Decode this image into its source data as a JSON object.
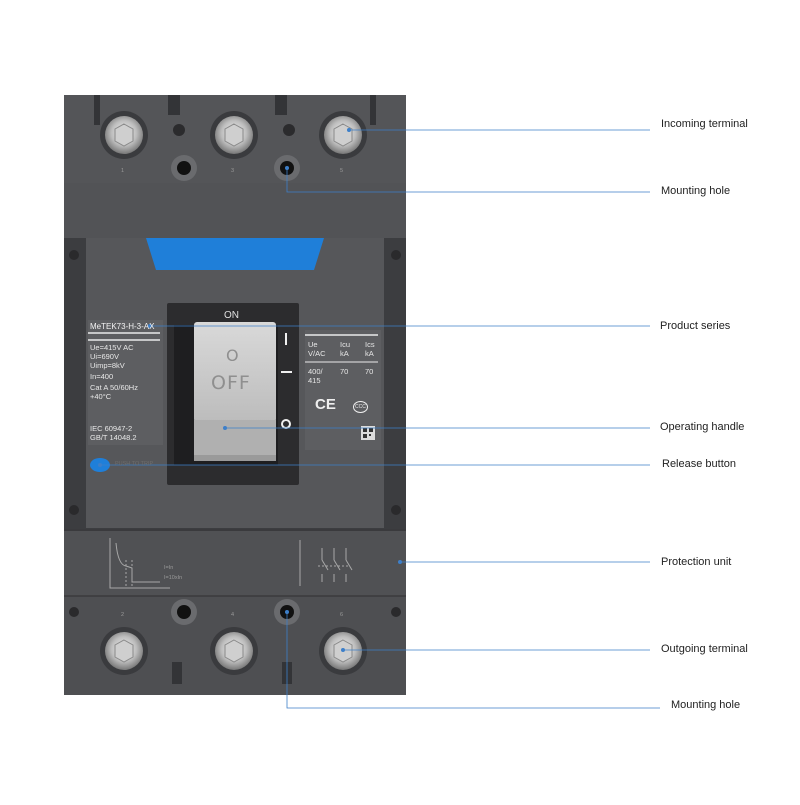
{
  "breaker": {
    "model": "MeTEK73-H-3-AX",
    "ratings_left": [
      "Ue=415V  AC",
      "Ui=690V",
      "Uimp=8kV",
      "In=400",
      "Cat    A    50/60Hz",
      "+40°C"
    ],
    "standards": [
      "IEC    60947-2",
      "GB/T  14048.2"
    ],
    "ratings_table": {
      "headers": [
        "Ue",
        "Icu",
        "Ics"
      ],
      "units": [
        "V/AC",
        "kA",
        "kA"
      ],
      "values": [
        [
          "400/",
          "70",
          "70"
        ],
        [
          "415",
          "",
          ""
        ]
      ]
    },
    "handle": {
      "on_text": "ON",
      "off_text": "OFF",
      "symbol_o": "O",
      "bar_symbol": "I",
      "dash_symbol": "—"
    },
    "ce_mark": "CE",
    "ccc_mark": "CCC",
    "release_text": "PUSH TO TRIP",
    "curve_labels": [
      "I=In",
      "I=10xIn"
    ],
    "terminal_numbers_top": [
      "1",
      "3",
      "5"
    ],
    "terminal_numbers_bottom": [
      "2",
      "4",
      "6"
    ],
    "colors": {
      "body": "#505154",
      "accent_blue": "#1f7fd9",
      "plate": "#5a5b5e"
    }
  },
  "callouts": [
    {
      "id": "incoming-terminal",
      "label": "Incoming terminal"
    },
    {
      "id": "mounting-hole-top",
      "label": "Mounting hole"
    },
    {
      "id": "product-series",
      "label": "Product series"
    },
    {
      "id": "operating-handle",
      "label": "Operating handle"
    },
    {
      "id": "release-button",
      "label": "Release button"
    },
    {
      "id": "protection-unit",
      "label": "Protection unit"
    },
    {
      "id": "outgoing-terminal",
      "label": "Outgoing terminal"
    },
    {
      "id": "mounting-hole-bottom",
      "label": "Mounting hole"
    }
  ]
}
